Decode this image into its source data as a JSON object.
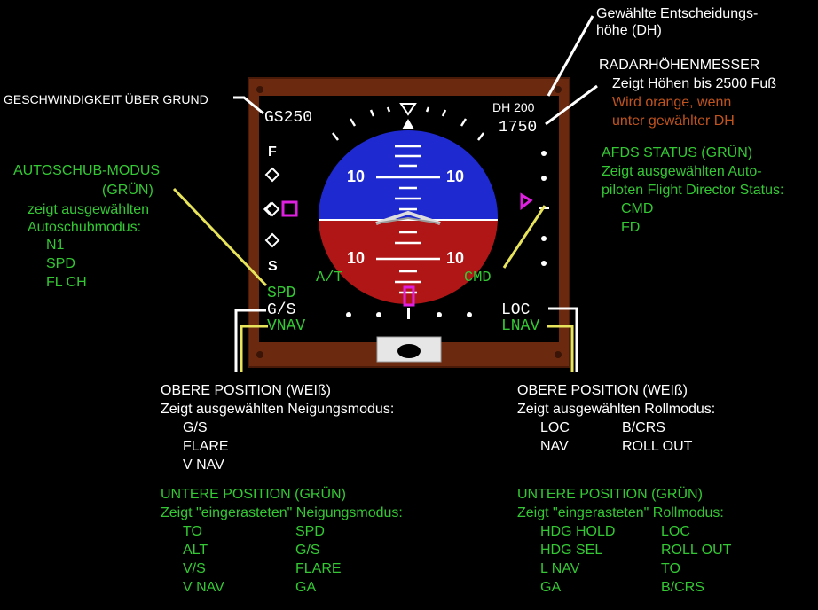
{
  "colors": {
    "white": "#ffffff",
    "green": "#34c934",
    "orange": "#c0531e",
    "magenta": "#e020e0",
    "sky": "#1e2ad0",
    "ground": "#b01616",
    "bezel": "#6b2a10"
  },
  "display": {
    "gs": "GS250",
    "dh": "DH 200",
    "alt": "1750",
    "pitch_upper": "10",
    "pitch_lower": "10",
    "scale_f": "F",
    "scale_s": "S",
    "at_label": "A/T",
    "cmd_label": "CMD",
    "fma_spd": "SPD",
    "fma_gs": "G/S",
    "fma_vnav": "VNAV",
    "fma_loc": "LOC",
    "fma_lnav": "LNAV"
  },
  "labels": {
    "dh_title_1": "Gewählte Entscheidungs-",
    "dh_title_2": "höhe (DH)",
    "radar_1": "RADARHÖHENMESSER",
    "radar_2": "Zeigt Höhen bis 2500 Fuß",
    "radar_3": "Wird orange, wenn",
    "radar_4": "unter gewählter DH",
    "gs_title": "GESCHWINDIGKEIT ÜBER GRUND",
    "afds_1": "AFDS STATUS (GRÜN)",
    "afds_2": "Zeigt ausgewählten Auto-",
    "afds_3": "piloten Flight Director Status:",
    "afds_4": "CMD",
    "afds_5": "FD",
    "at_1": "AUTOSCHUB-MODUS",
    "at_2": "(GRÜN)",
    "at_3": "zeigt ausgewählten",
    "at_4": "Autoschubmodus:",
    "at_5": "N1",
    "at_6": "SPD",
    "at_7": "FL CH",
    "pitch_up_1": "OBERE POSITION (WEIß)",
    "pitch_up_2": "Zeigt ausgewählten Neigungsmodus:",
    "pitch_up_3": "G/S",
    "pitch_up_4": "FLARE",
    "pitch_up_5": "V NAV",
    "pitch_lo_1": "UNTERE POSITION (GRÜN)",
    "pitch_lo_2": "Zeigt \"eingerasteten\" Neigungsmodus:",
    "pitch_lo_a": [
      "TO",
      "ALT",
      "V/S",
      "V NAV"
    ],
    "pitch_lo_b": [
      "SPD",
      "G/S",
      "FLARE",
      "GA"
    ],
    "roll_up_1": "OBERE POSITION (WEIß)",
    "roll_up_2": "Zeigt ausgewählten Rollmodus:",
    "roll_up_a": [
      "LOC",
      "NAV"
    ],
    "roll_up_b": [
      "B/CRS",
      "ROLL OUT"
    ],
    "roll_lo_1": "UNTERE POSITION (GRÜN)",
    "roll_lo_2": "Zeigt \"eingerasteten\" Rollmodus:",
    "roll_lo_a": [
      "HDG HOLD",
      "HDG SEL",
      "L NAV",
      "GA"
    ],
    "roll_lo_b": [
      "LOC",
      "ROLL OUT",
      "TO",
      "B/CRS"
    ]
  }
}
